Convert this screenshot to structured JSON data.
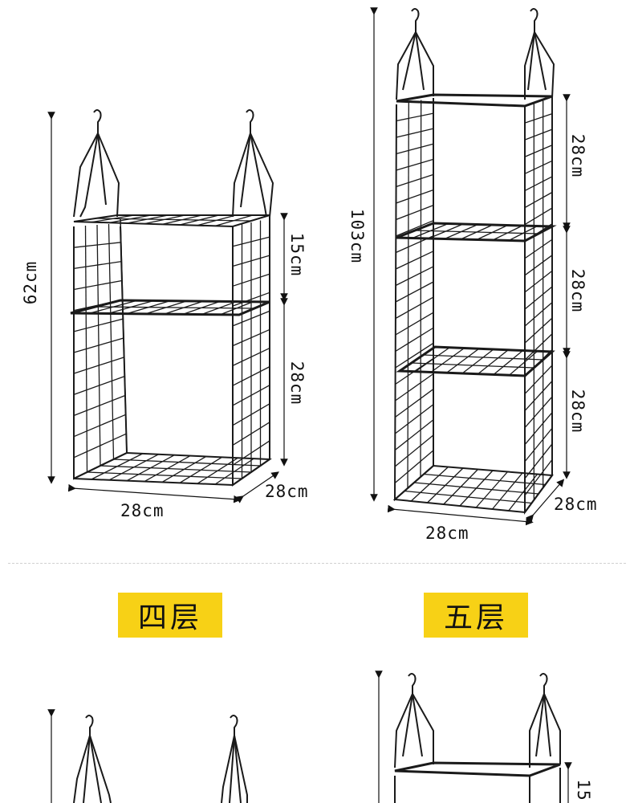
{
  "products": [
    {
      "id": "four-tier",
      "label": "四层",
      "dimensions": {
        "height_total": "62cm",
        "top_gap": "15cm",
        "bottom_gap": "28cm",
        "width": "28cm",
        "depth": "28cm"
      }
    },
    {
      "id": "five-tier",
      "label": "五层",
      "dimensions": {
        "height_total": "103cm",
        "tier1": "28cm",
        "tier2": "28cm",
        "tier3": "28cm",
        "width": "28cm",
        "depth": "28cm"
      }
    }
  ],
  "bottom_partial": {
    "top_gap_label": "15"
  },
  "colors": {
    "label_bg": "#f7d116",
    "wire": "#1a1a1a"
  }
}
